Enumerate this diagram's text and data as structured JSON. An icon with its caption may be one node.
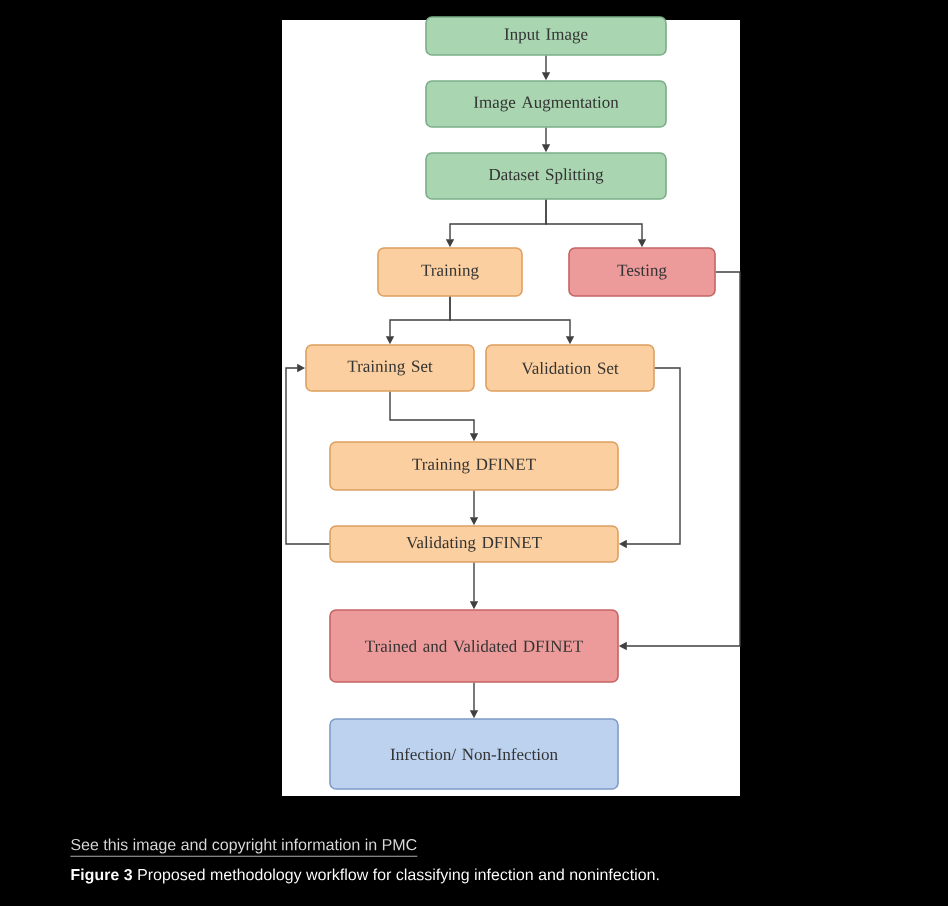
{
  "diagram": {
    "caption": "**Figure 3** Proposed methodology workflow for classifying infection and noninfection.",
    "nodes": [
      {
        "text": [
          "Input Image"
        ]
      },
      {
        "text": [
          "Image Augmentation"
        ]
      },
      {
        "text": [
          "Dataset Splitting"
        ]
      },
      {
        "text": [
          "Training"
        ]
      },
      {
        "text": [
          "Testing"
        ]
      },
      {
        "text": [
          "Training Set"
        ]
      },
      {
        "text": [
          "Validation Set"
        ]
      },
      {
        "text": [
          "Training DFINET"
        ]
      },
      {
        "text": [
          "Validating DFINET"
        ]
      },
      {
        "text": [
          "Trained and Validated DFINET"
        ]
      },
      {
        "text": [
          "Infection/ Non-Infection"
        ]
      }
    ],
    "edges": [
      {
        "from": 0,
        "to": 1,
        "arrow": "to"
      },
      {
        "from": 1,
        "to": 2,
        "arrow": "to"
      },
      {
        "from": 2,
        "to": 3,
        "arrow": "to"
      },
      {
        "from": 2,
        "to": 4,
        "arrow": "to"
      },
      {
        "from": 3,
        "to": 5,
        "arrow": "to"
      },
      {
        "from": 3,
        "to": 6,
        "arrow": "to"
      },
      {
        "from": 5,
        "to": 7,
        "arrow": "to"
      },
      {
        "from": 7,
        "to": 8,
        "arrow": "to"
      },
      {
        "from": 6,
        "to": 8,
        "arrow": "to"
      },
      {
        "from": 8,
        "to": 5,
        "arrow": "to"
      },
      {
        "from": 8,
        "to": 9,
        "arrow": "to"
      },
      {
        "from": 4,
        "to": 9,
        "arrow": "to"
      },
      {
        "from": 9,
        "to": 10,
        "arrow": "to"
      }
    ],
    "labels": [
      "See this image and copyright information in PMC"
    ]
  }
}
